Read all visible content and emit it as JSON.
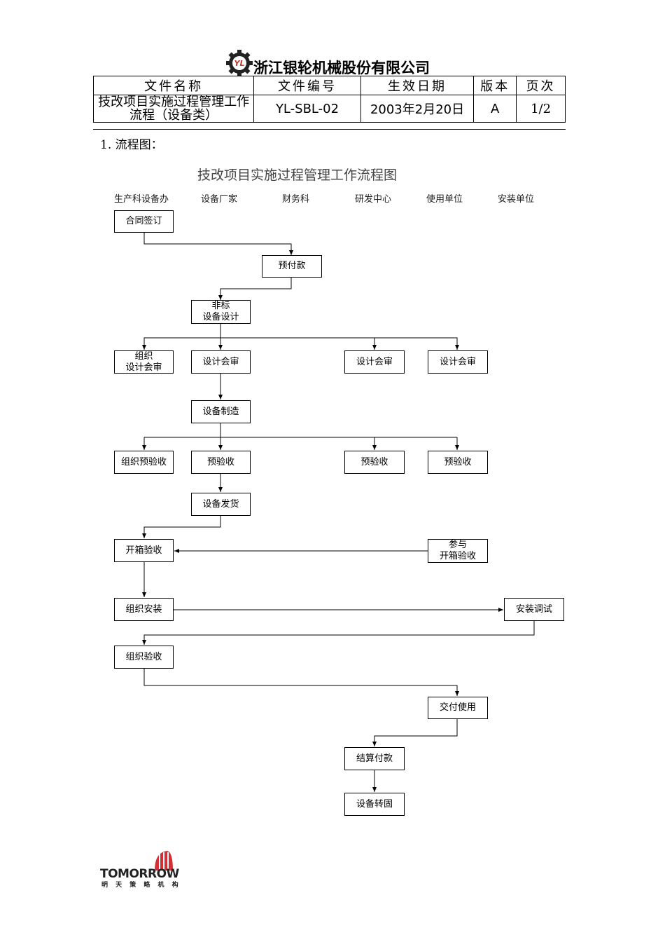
{
  "header": {
    "company_name": "浙江银轮机械股份有限公司",
    "logo_letters": "YL"
  },
  "info_table": {
    "col_labels": [
      "文件名称",
      "文件编号",
      "生效日期",
      "版本",
      "页次"
    ],
    "doc_name": "技改项目实施过程管理工作流程（设备类）",
    "doc_number": "YL-SBL-02",
    "effective_date": "2003年2月20日",
    "version": "A",
    "page": "1/2"
  },
  "section_title": "1.  流程图：",
  "flowchart": {
    "title": "技改项目实施过程管理工作流程图",
    "lanes": [
      "生产科设备办",
      "设备厂家",
      "财务科",
      "研发中心",
      "使用单位",
      "安装单位"
    ],
    "nodes": {
      "n_contract": "合同签订",
      "n_prepay": "预付款",
      "n_design": "非标\n设备设计",
      "n_org_review": "组织\n设计会审",
      "n_review_vendor": "设计会审",
      "n_review_rd": "设计会审",
      "n_review_user": "设计会审",
      "n_manufacture": "设备制造",
      "n_org_precheck": "组织预验收",
      "n_precheck_vendor": "预验收",
      "n_precheck_rd": "预验收",
      "n_precheck_user": "预验收",
      "n_ship": "设备发货",
      "n_unbox": "开箱验收",
      "n_join_unbox": "参与\n开箱验收",
      "n_org_install": "组织安装",
      "n_install_test": "安装调试",
      "n_org_accept": "组织验收",
      "n_deliver": "交付使用",
      "n_settle": "结算付款",
      "n_transfer": "设备转固"
    }
  },
  "footer": {
    "logo_text": "TOMORROW",
    "logo_sub": "明 天 策 略 机 构",
    "colors": {
      "logo_red": "#d0252b",
      "logo_dark": "#222222"
    }
  }
}
